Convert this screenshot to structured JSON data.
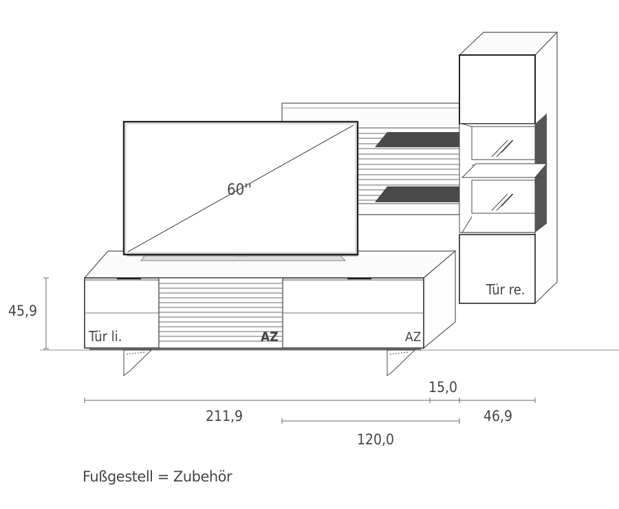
{
  "labels": {
    "tv_size": "60''",
    "door_left": "Tür li.",
    "door_right": "Tür re.",
    "az_bold": "AZ",
    "az_plain": "AZ"
  },
  "dimensions": {
    "height": "45,9",
    "total_width": "211,9",
    "gap": "15,0",
    "cabinet_width": "46,9",
    "middle_width": "120,0"
  },
  "caption": "Fußgestell = Zubehör"
}
